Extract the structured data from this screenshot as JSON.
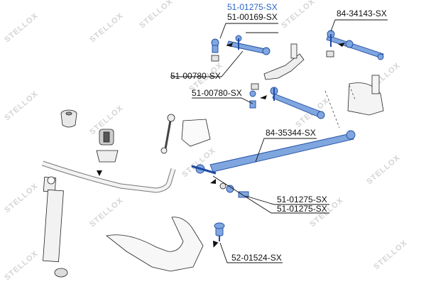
{
  "watermark": {
    "text": "STELLOX"
  },
  "labels": {
    "p1": "51-01275-SX",
    "p2": "51-00169-SX",
    "p3": "84-34143-SX",
    "p4": "51-00780-SX",
    "p5": "51-00780-SX",
    "p6": "84-35344-SX",
    "p7": "51-01275-SX",
    "p8": "51-01275-SX",
    "p9": "52-01524-SX"
  },
  "colors": {
    "highlight_label": "#2a64c8",
    "part_fill": "#7fa6df",
    "part_stroke": "#1f4aa0",
    "line": "#111111"
  }
}
